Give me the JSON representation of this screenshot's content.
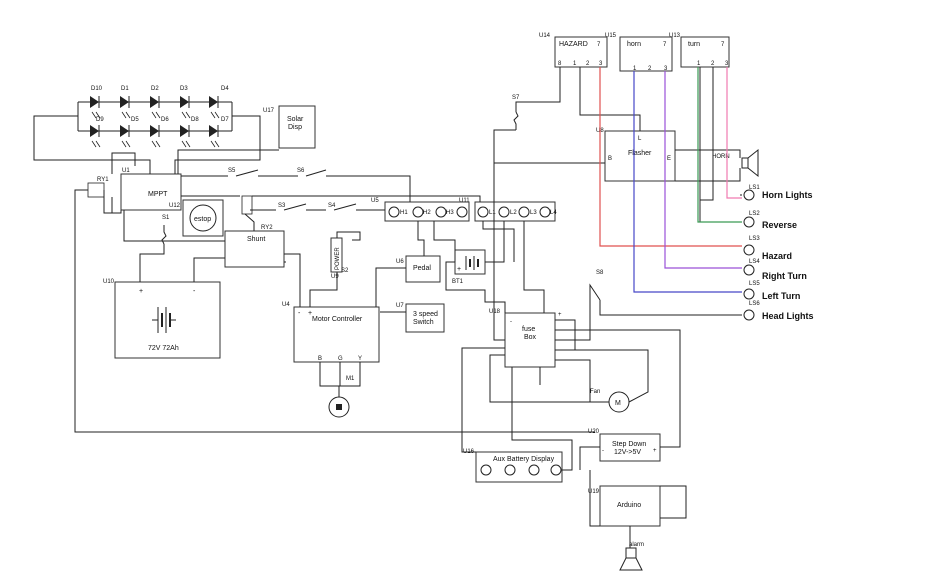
{
  "diagram": {
    "leds": [
      {
        "ref": "D10"
      },
      {
        "ref": "D1"
      },
      {
        "ref": "D2"
      },
      {
        "ref": "D3"
      },
      {
        "ref": "D4"
      },
      {
        "ref": "D9"
      },
      {
        "ref": "D5"
      },
      {
        "ref": "D6"
      },
      {
        "ref": "D8"
      },
      {
        "ref": "D7"
      }
    ],
    "solar_disp": {
      "ref": "U17",
      "line1": "Solar",
      "line2": "Disp"
    },
    "mppt": {
      "ref": "U1",
      "label": "MPPT"
    },
    "relay1": {
      "ref": "RY1"
    },
    "relay2": {
      "ref": "RY2"
    },
    "estop": {
      "ref": "U12",
      "label": "estop"
    },
    "switches": {
      "s5": "S5",
      "s6": "S6",
      "s3": "S3",
      "s4": "S4",
      "s1": "S1",
      "s7": "S7",
      "s8": "S8",
      "s2": "S2"
    },
    "shunt": {
      "label": "Shunt"
    },
    "battery_main": {
      "ref": "U10",
      "plus": "+",
      "minus": "-",
      "label": "72V 72Ah"
    },
    "power_switch": {
      "ref": "U9",
      "label": "POWER"
    },
    "pedal": {
      "ref": "U6",
      "label": "Pedal"
    },
    "speed_switch": {
      "ref": "U7",
      "line1": "3 speed",
      "line2": "Switch"
    },
    "motor_controller": {
      "ref": "U4",
      "label": "Motor Controller",
      "minus": "-",
      "plus": "+",
      "pins": [
        "B",
        "G",
        "Y"
      ]
    },
    "motor": {
      "ref": "M1"
    },
    "bus_left": {
      "ref": "U5",
      "pins": [
        "H1",
        "H2",
        "H3"
      ]
    },
    "bus_right": {
      "ref": "U11",
      "pins": [
        "L1",
        "L2",
        "L3",
        "L4"
      ]
    },
    "battery_aux": {
      "ref": "BT1",
      "plus": "+"
    },
    "fuse_box": {
      "ref": "U18",
      "line1": "fuse",
      "line2": "Box",
      "minus": "-",
      "plus": "+"
    },
    "fan": {
      "label": "Fan",
      "motor": "M"
    },
    "stepdown": {
      "ref": "U20",
      "line1": "Step Down",
      "line2": "12V->5V",
      "minus": "-",
      "plus": "+"
    },
    "aux_display": {
      "ref": "U16",
      "label": "Aux Battery Display"
    },
    "arduino": {
      "ref": "U19",
      "label": "Arduino"
    },
    "alarm": {
      "label": "alarm"
    },
    "hazard_sw": {
      "ref": "U14",
      "label": "HAZARD",
      "pin_top": "7",
      "pins": [
        "8",
        "1",
        "2",
        "3"
      ]
    },
    "horn_sw": {
      "ref": "U15",
      "label": "horn",
      "pin_top": "7",
      "pins": [
        "1",
        "2",
        "3"
      ]
    },
    "turn_sw": {
      "ref": "U13",
      "label": "turn",
      "pin_top": "7",
      "pins": [
        "1",
        "2",
        "3"
      ]
    },
    "flasher": {
      "ref": "U8",
      "label": "Flasher",
      "b": "B",
      "l": "L",
      "e": "E"
    },
    "horn": {
      "label": "HORN"
    },
    "outputs": [
      {
        "ref": "LS1",
        "label": "Horn Lights"
      },
      {
        "ref": "LS2",
        "label": "Reverse"
      },
      {
        "ref": "LS3",
        "label": "Hazard"
      },
      {
        "ref": "LS4",
        "label": "Right Turn"
      },
      {
        "ref": "LS5",
        "label": "Left Turn"
      },
      {
        "ref": "LS6",
        "label": "Head Lights"
      }
    ],
    "colors": {
      "red": "#e0504f",
      "green": "#3a9a53",
      "purple": "#9a52d8",
      "blue": "#4748c8",
      "pink": "#f07ab0",
      "wire": "#222222"
    }
  }
}
